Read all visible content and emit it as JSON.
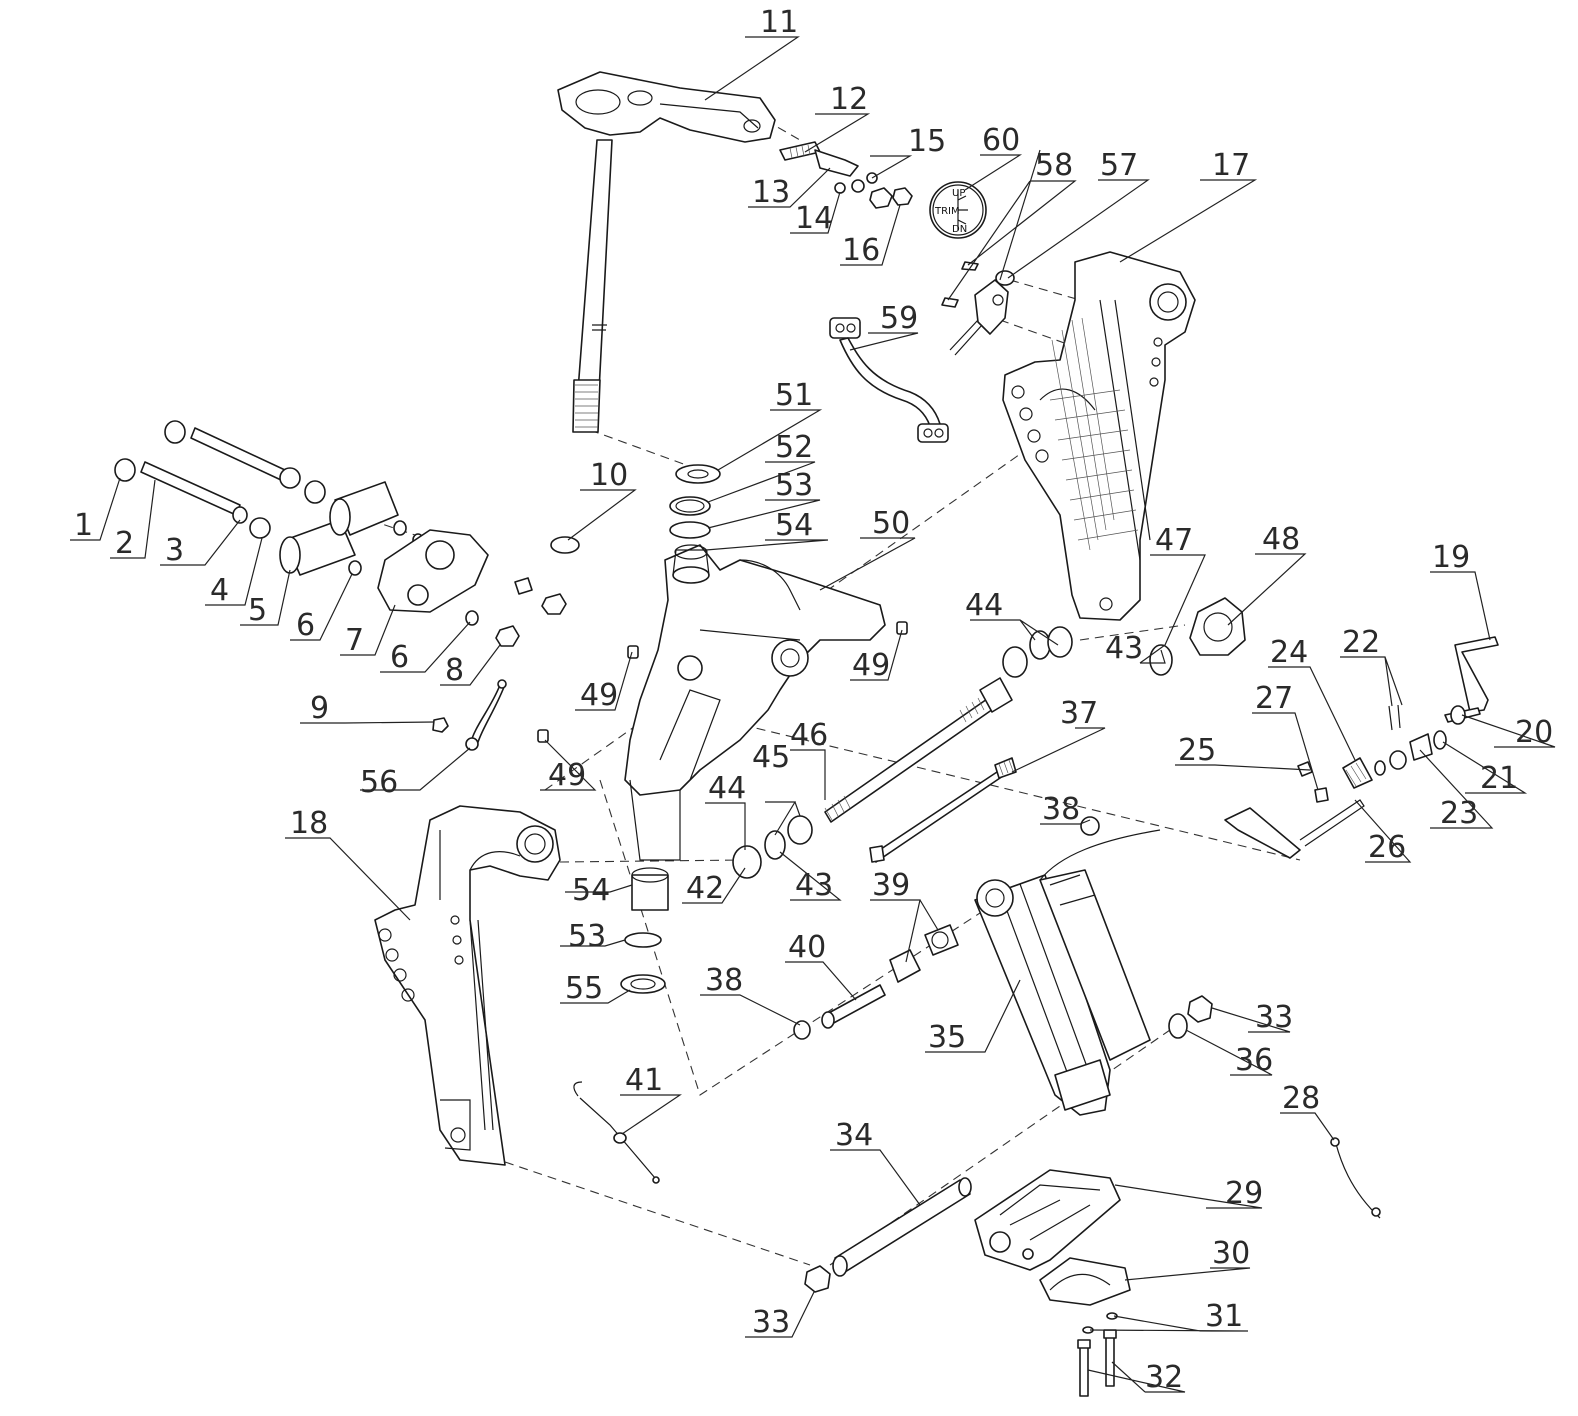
{
  "gauge": {
    "up": "UP",
    "trim": "TRIM",
    "down": "DN"
  },
  "labels": [
    {
      "id": "l1",
      "text": "1"
    },
    {
      "id": "l2",
      "text": "2"
    },
    {
      "id": "l3",
      "text": "3"
    },
    {
      "id": "l4",
      "text": "4"
    },
    {
      "id": "l5",
      "text": "5"
    },
    {
      "id": "l6a",
      "text": "6"
    },
    {
      "id": "l6b",
      "text": "6"
    },
    {
      "id": "l7",
      "text": "7"
    },
    {
      "id": "l8",
      "text": "8"
    },
    {
      "id": "l9",
      "text": "9"
    },
    {
      "id": "l10",
      "text": "10"
    },
    {
      "id": "l11",
      "text": "11"
    },
    {
      "id": "l12",
      "text": "12"
    },
    {
      "id": "l13",
      "text": "13"
    },
    {
      "id": "l14",
      "text": "14"
    },
    {
      "id": "l15",
      "text": "15"
    },
    {
      "id": "l16",
      "text": "16"
    },
    {
      "id": "l17",
      "text": "17"
    },
    {
      "id": "l18",
      "text": "18"
    },
    {
      "id": "l19",
      "text": "19"
    },
    {
      "id": "l20",
      "text": "20"
    },
    {
      "id": "l21",
      "text": "21"
    },
    {
      "id": "l22",
      "text": "22"
    },
    {
      "id": "l23",
      "text": "23"
    },
    {
      "id": "l24",
      "text": "24"
    },
    {
      "id": "l25",
      "text": "25"
    },
    {
      "id": "l26",
      "text": "26"
    },
    {
      "id": "l27",
      "text": "27"
    },
    {
      "id": "l28",
      "text": "28"
    },
    {
      "id": "l29",
      "text": "29"
    },
    {
      "id": "l30",
      "text": "30"
    },
    {
      "id": "l31",
      "text": "31"
    },
    {
      "id": "l32",
      "text": "32"
    },
    {
      "id": "l33a",
      "text": "33"
    },
    {
      "id": "l33b",
      "text": "33"
    },
    {
      "id": "l34",
      "text": "34"
    },
    {
      "id": "l35",
      "text": "35"
    },
    {
      "id": "l36",
      "text": "36"
    },
    {
      "id": "l37",
      "text": "37"
    },
    {
      "id": "l38a",
      "text": "38"
    },
    {
      "id": "l38b",
      "text": "38"
    },
    {
      "id": "l39",
      "text": "39"
    },
    {
      "id": "l40",
      "text": "40"
    },
    {
      "id": "l41",
      "text": "41"
    },
    {
      "id": "l42",
      "text": "42"
    },
    {
      "id": "l43a",
      "text": "43"
    },
    {
      "id": "l43b",
      "text": "43"
    },
    {
      "id": "l44a",
      "text": "44"
    },
    {
      "id": "l44b",
      "text": "44"
    },
    {
      "id": "l45",
      "text": "45"
    },
    {
      "id": "l46",
      "text": "46"
    },
    {
      "id": "l47",
      "text": "47"
    },
    {
      "id": "l48",
      "text": "48"
    },
    {
      "id": "l49a",
      "text": "49"
    },
    {
      "id": "l49b",
      "text": "49"
    },
    {
      "id": "l49c",
      "text": "49"
    },
    {
      "id": "l50",
      "text": "50"
    },
    {
      "id": "l51",
      "text": "51"
    },
    {
      "id": "l52",
      "text": "52"
    },
    {
      "id": "l53a",
      "text": "53"
    },
    {
      "id": "l53b",
      "text": "53"
    },
    {
      "id": "l54a",
      "text": "54"
    },
    {
      "id": "l54b",
      "text": "54"
    },
    {
      "id": "l55",
      "text": "55"
    },
    {
      "id": "l56",
      "text": "56"
    },
    {
      "id": "l57",
      "text": "57"
    },
    {
      "id": "l58",
      "text": "58"
    },
    {
      "id": "l59",
      "text": "59"
    },
    {
      "id": "l60",
      "text": "60"
    }
  ]
}
